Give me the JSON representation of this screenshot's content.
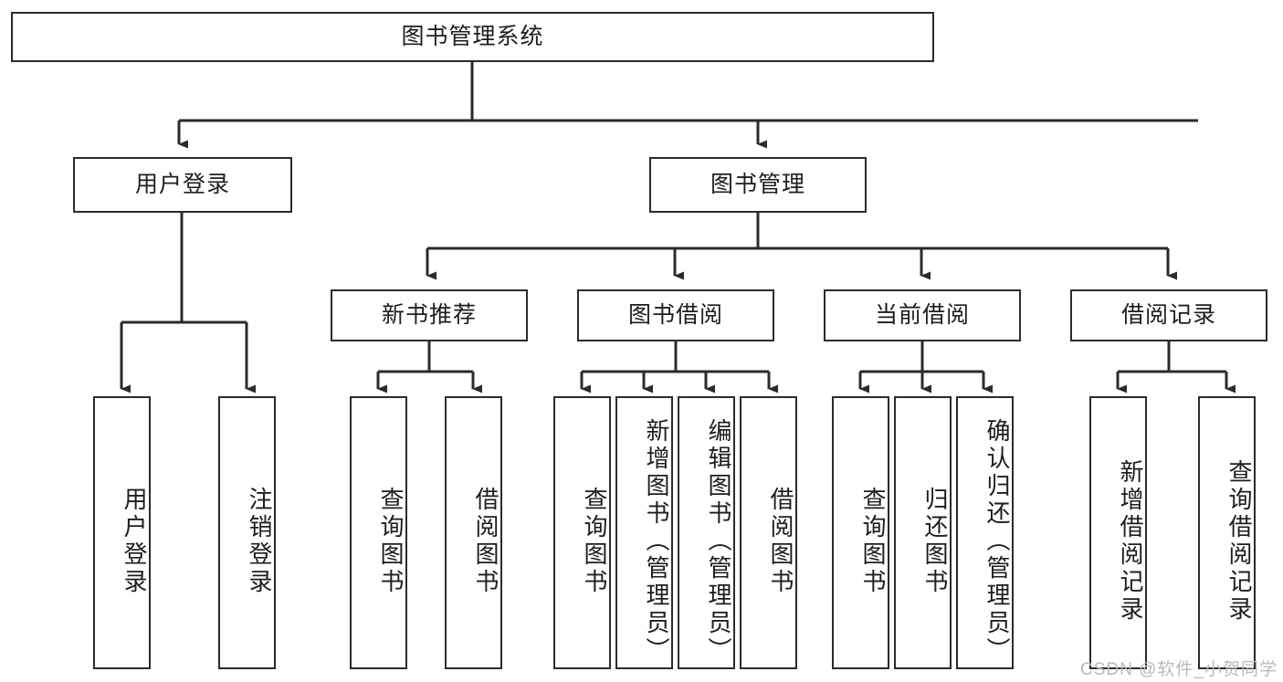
{
  "diagram": {
    "title": "图书管理系统",
    "type": "function-structure-tree",
    "watermark": "CSDN @软件_小贺同学",
    "style": {
      "background": "#ffffff",
      "border_color": "#2b2b2b",
      "text_color": "#1d1d1d",
      "watermark_color": "#b9b9b9"
    },
    "levels": {
      "root": {
        "id": "root",
        "label": "图书管理系统"
      },
      "level2": [
        {
          "id": "user-login",
          "label": "用户登录"
        },
        {
          "id": "book-management",
          "label": "图书管理"
        }
      ],
      "level3": [
        {
          "id": "new-book-recommend",
          "label": "新书推荐",
          "parent": "book-management"
        },
        {
          "id": "book-borrow",
          "label": "图书借阅",
          "parent": "book-management"
        },
        {
          "id": "current-borrow",
          "label": "当前借阅",
          "parent": "book-management"
        },
        {
          "id": "borrow-record",
          "label": "借阅记录",
          "parent": "book-management"
        }
      ],
      "leaves": [
        {
          "id": "leaf-user-login",
          "label": "用户登录",
          "parent": "user-login"
        },
        {
          "id": "leaf-user-logout",
          "label": "注销登录",
          "parent": "user-login"
        },
        {
          "id": "leaf-query-book-1",
          "label": "查询图书",
          "parent": "new-book-recommend"
        },
        {
          "id": "leaf-borrow-book-1",
          "label": "借阅图书",
          "parent": "new-book-recommend"
        },
        {
          "id": "leaf-query-book-2",
          "label": "查询图书",
          "parent": "book-borrow"
        },
        {
          "id": "leaf-add-book",
          "label": "新增图书（管理员）",
          "parent": "book-borrow"
        },
        {
          "id": "leaf-edit-book",
          "label": "编辑图书（管理员）",
          "parent": "book-borrow"
        },
        {
          "id": "leaf-borrow-book-2",
          "label": "借阅图书",
          "parent": "book-borrow"
        },
        {
          "id": "leaf-query-book-3",
          "label": "查询图书",
          "parent": "current-borrow"
        },
        {
          "id": "leaf-return-book",
          "label": "归还图书",
          "parent": "current-borrow"
        },
        {
          "id": "leaf-confirm-return",
          "label": "确认归还（管理员）",
          "parent": "current-borrow"
        },
        {
          "id": "leaf-add-record",
          "label": "新增借阅记录",
          "parent": "borrow-record"
        },
        {
          "id": "leaf-query-record",
          "label": "查询借阅记录",
          "parent": "borrow-record"
        }
      ]
    }
  }
}
